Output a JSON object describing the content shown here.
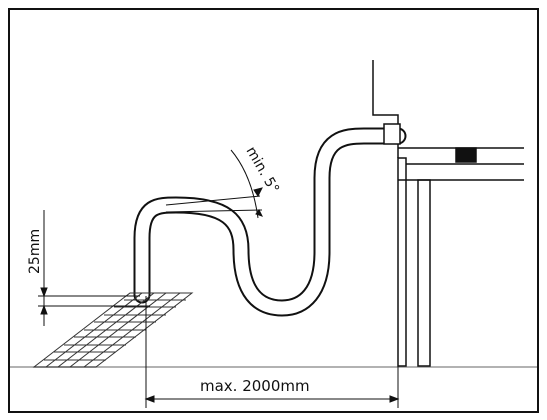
{
  "diagram": {
    "min_angle_label": "min. 5°",
    "drain_height_label": "25mm",
    "max_length_label": "max. 2000mm"
  },
  "colors": {
    "line": "#111111",
    "background": "#ffffff",
    "floor": "#999999",
    "grid": "#333333",
    "valve": "#111111"
  }
}
